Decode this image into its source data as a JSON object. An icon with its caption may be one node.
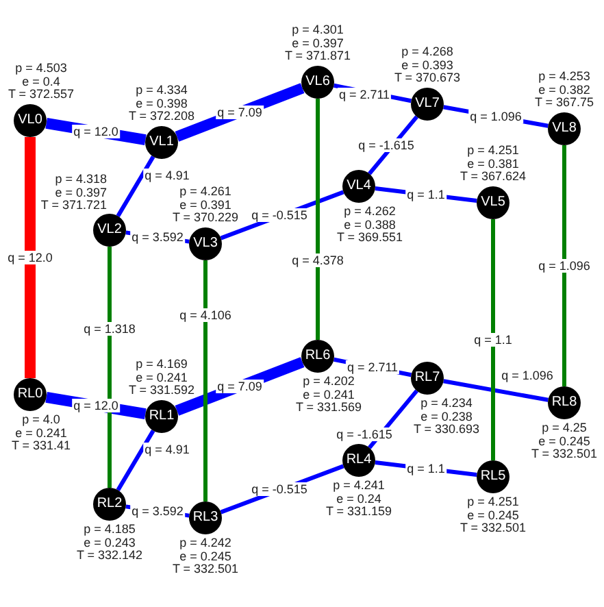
{
  "diagram": {
    "nodes": [
      {
        "text": [
          "VL0"
        ],
        "beside": [
          "p = 4.503",
          "e = 0.4",
          "T = 372.557"
        ]
      },
      {
        "text": [
          "VL1"
        ],
        "beside": [
          "p = 4.334",
          "e = 0.398",
          "T = 372.208"
        ]
      },
      {
        "text": [
          "VL2"
        ],
        "beside": [
          "p = 4.318",
          "e = 0.397",
          "T = 371.721"
        ]
      },
      {
        "text": [
          "VL3"
        ],
        "beside": [
          "p = 4.261",
          "e = 0.391",
          "T = 370.229"
        ]
      },
      {
        "text": [
          "VL4"
        ],
        "beside": [
          "p = 4.262",
          "e = 0.388",
          "T = 369.551"
        ]
      },
      {
        "text": [
          "VL5"
        ],
        "beside": [
          "p = 4.251",
          "e = 0.381",
          "T = 367.624"
        ]
      },
      {
        "text": [
          "VL6"
        ],
        "beside": [
          "p = 4.301",
          "e = 0.397",
          "T = 371.871"
        ]
      },
      {
        "text": [
          "VL7"
        ],
        "beside": [
          "p = 4.268",
          "e = 0.393",
          "T = 370.673"
        ]
      },
      {
        "text": [
          "VL8"
        ],
        "beside": [
          "p = 4.253",
          "e = 0.382",
          "T = 367.75"
        ]
      },
      {
        "text": [
          "RL0"
        ],
        "beside": [
          "p = 4.0",
          "e = 0.241",
          "T = 331.41"
        ]
      },
      {
        "text": [
          "RL1"
        ],
        "beside": [
          "p = 4.169",
          "e = 0.241",
          "T = 331.592"
        ]
      },
      {
        "text": [
          "RL2"
        ],
        "beside": [
          "p = 4.185",
          "e = 0.243",
          "T = 332.142"
        ]
      },
      {
        "text": [
          "RL3"
        ],
        "beside": [
          "p = 4.242",
          "e = 0.245",
          "T = 332.501"
        ]
      },
      {
        "text": [
          "RL4"
        ],
        "beside": [
          "p = 4.241",
          "e = 0.24",
          "T = 331.159"
        ]
      },
      {
        "text": [
          "RL5"
        ],
        "beside": [
          "p = 4.251",
          "e = 0.245",
          "T = 332.501"
        ]
      },
      {
        "text": [
          "RL6"
        ],
        "beside": [
          "p = 4.202",
          "e = 0.241",
          "T = 331.569"
        ]
      },
      {
        "text": [
          "RL7"
        ],
        "beside": [
          "p = 4.234",
          "e = 0.238",
          "T = 330.693"
        ]
      },
      {
        "text": [
          "RL8"
        ],
        "beside": [
          "p = 4.25",
          "e = 0.245",
          "T = 332.501"
        ]
      }
    ],
    "edges": [
      {
        "from": 0,
        "to": 1,
        "arrow": "none",
        "label": "q = 12.0",
        "style": "thick"
      },
      {
        "from": 1,
        "to": 2,
        "arrow": "none",
        "label": "q = 4.91"
      },
      {
        "from": 1,
        "to": 6,
        "arrow": "none",
        "label": "q = 7.09",
        "style": "thick"
      },
      {
        "from": 2,
        "to": 3,
        "arrow": "none",
        "label": "q = 3.592"
      },
      {
        "from": 3,
        "to": 4,
        "arrow": "none",
        "label": "q = -0.515"
      },
      {
        "from": 4,
        "to": 5,
        "arrow": "none",
        "label": "q = 1.1"
      },
      {
        "from": 4,
        "to": 7,
        "arrow": "none",
        "label": "q = -1.615"
      },
      {
        "from": 6,
        "to": 7,
        "arrow": "none",
        "label": "q = 2.711"
      },
      {
        "from": 7,
        "to": 8,
        "arrow": "none",
        "label": "q = 1.096"
      },
      {
        "from": 9,
        "to": 10,
        "arrow": "none",
        "label": "q = 12.0",
        "style": "thick"
      },
      {
        "from": 10,
        "to": 11,
        "arrow": "none",
        "label": "q = 4.91"
      },
      {
        "from": 10,
        "to": 15,
        "arrow": "none",
        "label": "q = 7.09",
        "style": "thick"
      },
      {
        "from": 11,
        "to": 12,
        "arrow": "none",
        "label": "q = 3.592"
      },
      {
        "from": 12,
        "to": 13,
        "arrow": "none",
        "label": "q = -0.515"
      },
      {
        "from": 13,
        "to": 14,
        "arrow": "none",
        "label": "q = 1.1"
      },
      {
        "from": 13,
        "to": 16,
        "arrow": "none",
        "label": "q = -1.615"
      },
      {
        "from": 15,
        "to": 16,
        "arrow": "none",
        "label": "q = 2.711"
      },
      {
        "from": 16,
        "to": 17,
        "arrow": "none",
        "label": "q = 1.096"
      },
      {
        "from": 0,
        "to": 9,
        "arrow": "none",
        "label": "q = 12.0",
        "style": "thick",
        "color": "#ff0000"
      },
      {
        "from": 2,
        "to": 11,
        "arrow": "none",
        "label": "q = 1.318",
        "color": "#008000"
      },
      {
        "from": 3,
        "to": 12,
        "arrow": "none",
        "label": "q = 4.106",
        "color": "#008000"
      },
      {
        "from": 6,
        "to": 15,
        "arrow": "none",
        "label": "q = 4.378",
        "color": "#008000"
      },
      {
        "from": 5,
        "to": 14,
        "arrow": "none",
        "label": "q = 1.1",
        "color": "#008000"
      },
      {
        "from": 8,
        "to": 17,
        "arrow": "none",
        "label": "q = 1.096",
        "color": "#008000"
      }
    ]
  }
}
